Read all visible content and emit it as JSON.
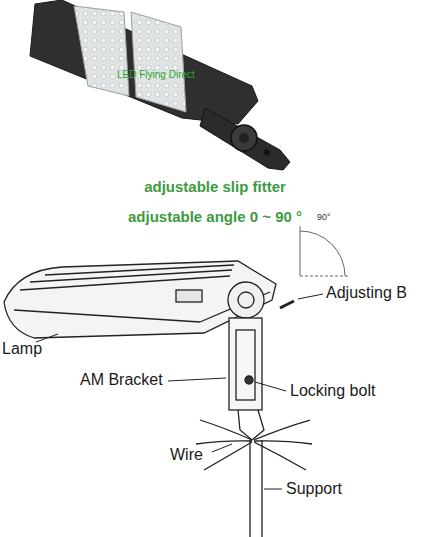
{
  "diagram": {
    "labels": [
      "LED Flying Direct",
      "adjustable slip fitter",
      "adjustable angle 0 ~ 90 °",
      "90°",
      "Adjusting B",
      "Lamp",
      "AM Bracket",
      "Locking bolt",
      "Wire",
      "Support"
    ]
  }
}
